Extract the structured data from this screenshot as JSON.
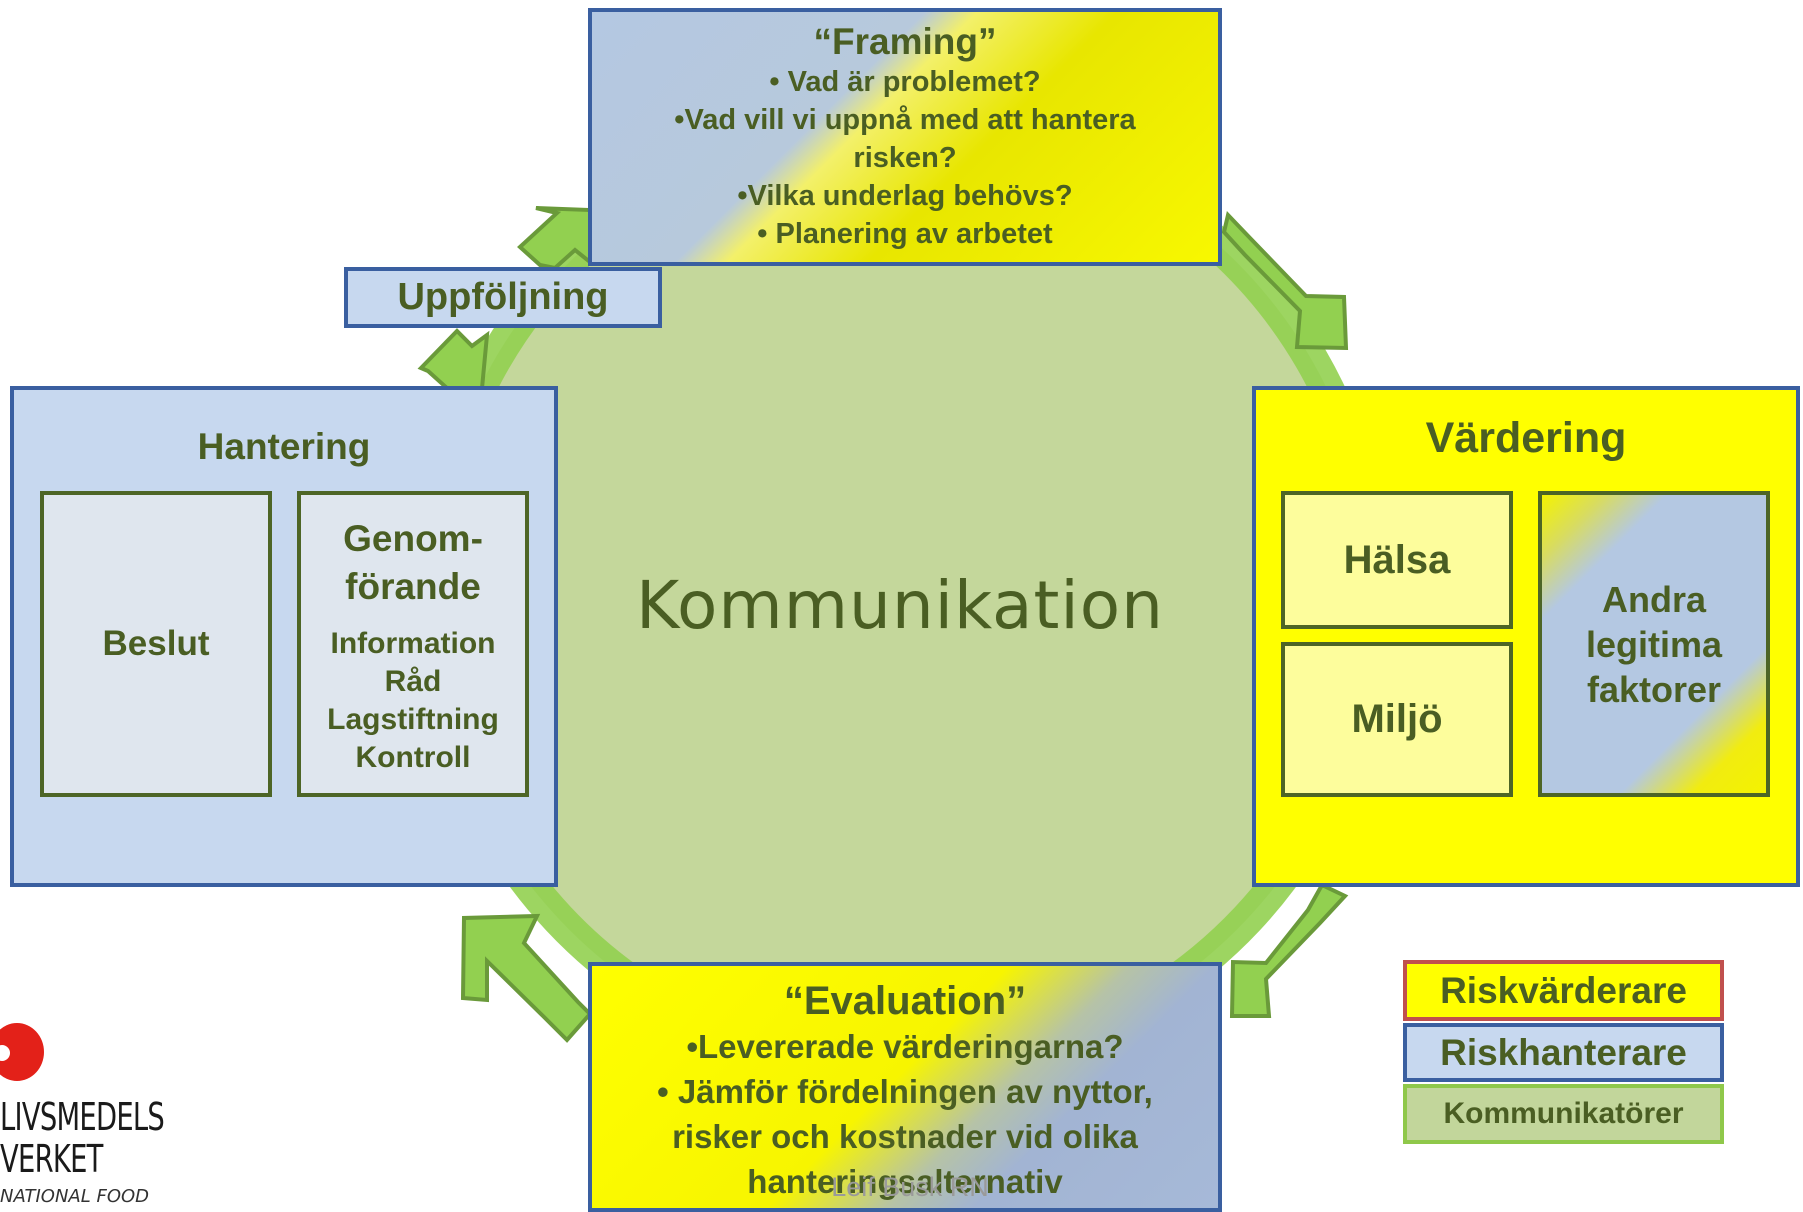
{
  "center": {
    "label": "Kommunikation"
  },
  "framing": {
    "title": "“Framing”",
    "lines": [
      "• Vad är problemet?",
      "•Vad vill vi uppnå med att hantera",
      "risken?",
      "•Vilka underlag behövs?",
      "• Planering av arbetet"
    ]
  },
  "uppfoljning": {
    "label": "Uppföljning"
  },
  "hantering": {
    "title": "Hantering",
    "beslut": "Beslut",
    "genomforande_line1": "Genom-",
    "genomforande_line2": "förande",
    "items": [
      "Information",
      "Råd",
      "Lagstiftning",
      "Kontroll"
    ]
  },
  "vardering": {
    "title": "Värdering",
    "halsa": "Hälsa",
    "miljo": "Miljö",
    "andra_lines": [
      "Andra",
      "legitima",
      "faktorer"
    ]
  },
  "evaluation": {
    "title": "“Evaluation”",
    "lines": [
      "•Levererade värderingarna?",
      "• Jämför fördelningen av nyttor,",
      "risker och kostnader vid olika",
      "hanteringsalternativ"
    ]
  },
  "footer": {
    "author": "Leif Busk RN"
  },
  "legend": {
    "items": [
      {
        "label": "Riskvärderare",
        "color": "#ffff00",
        "border": "#c0504d"
      },
      {
        "label": "Riskhanterare",
        "color": "#c7d8ef",
        "border": "#3a5fa0"
      },
      {
        "label": "Kommunikatörer",
        "color": "#c2d69b",
        "border": "#8fc84a"
      }
    ]
  },
  "logo": {
    "line1": "LIVSMEDELS",
    "line2": "VERKET",
    "line3": "NATIONAL FOOD"
  },
  "colors": {
    "circle_fill": "#c4d79b",
    "arrow_fill": "#92d050",
    "arrow_stroke": "#6a9a3a",
    "text": "#4a5e23",
    "box_border": "#3a5fa0",
    "inner_border": "#4d6526"
  }
}
